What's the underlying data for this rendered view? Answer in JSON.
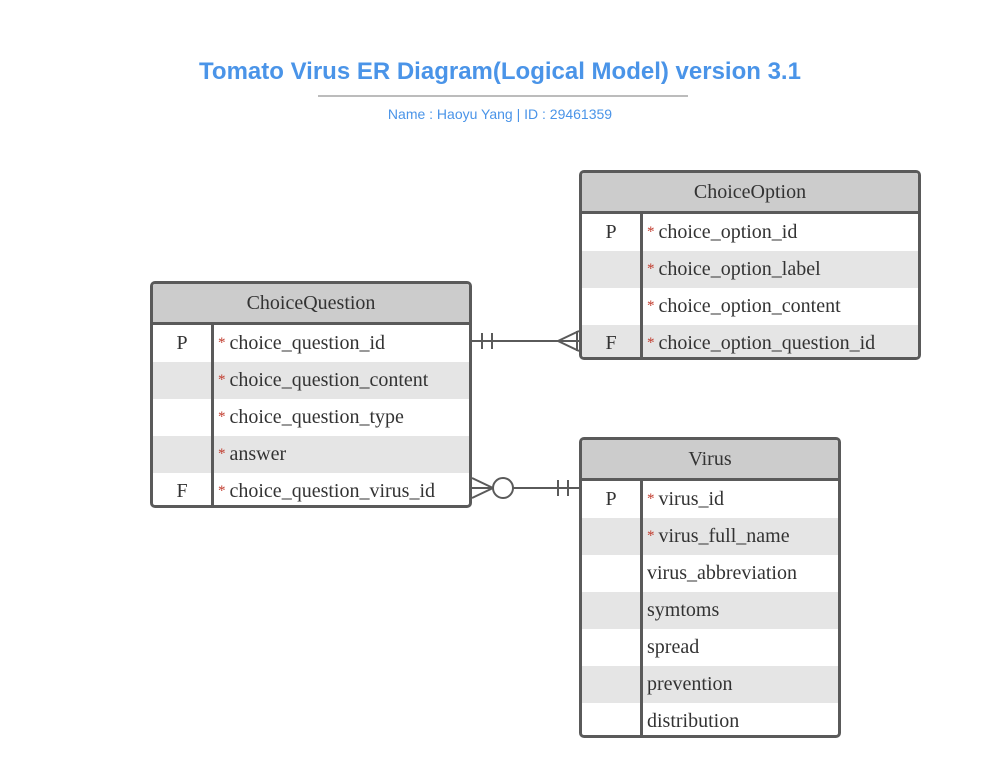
{
  "header": {
    "title": "Tomato Virus ER Diagram(Logical Model) version 3.1",
    "subtitle": "Name : Haoyu Yang  |  ID : 29461359"
  },
  "entities": {
    "choice_option": {
      "name": "ChoiceOption",
      "rows": [
        {
          "key": "P",
          "field": "choice_option_id",
          "required": true
        },
        {
          "key": "",
          "field": "choice_option_label",
          "required": true
        },
        {
          "key": "",
          "field": "choice_option_content",
          "required": true
        },
        {
          "key": "F",
          "field": "choice_option_question_id",
          "required": true
        }
      ]
    },
    "choice_question": {
      "name": "ChoiceQuestion",
      "rows": [
        {
          "key": "P",
          "field": "choice_question_id",
          "required": true
        },
        {
          "key": "",
          "field": "choice_question_content",
          "required": true
        },
        {
          "key": "",
          "field": "choice_question_type",
          "required": true
        },
        {
          "key": "",
          "field": "answer",
          "required": true
        },
        {
          "key": "F",
          "field": "choice_question_virus_id",
          "required": true
        }
      ]
    },
    "virus": {
      "name": "Virus",
      "rows": [
        {
          "key": "P",
          "field": "virus_id",
          "required": true
        },
        {
          "key": "",
          "field": "virus_full_name",
          "required": true
        },
        {
          "key": "",
          "field": "virus_abbreviation",
          "required": false
        },
        {
          "key": "",
          "field": "symtoms",
          "required": false
        },
        {
          "key": "",
          "field": "spread",
          "required": false
        },
        {
          "key": "",
          "field": "prevention",
          "required": false
        },
        {
          "key": "",
          "field": "distribution",
          "required": false
        }
      ]
    }
  },
  "style": {
    "required_marker": "*",
    "title_color": "#4a94e8",
    "line_color": "#5a5a5a",
    "header_fill": "#cccccc",
    "stripe_fill": "#e5e5e5",
    "required_color": "#c0392b"
  },
  "relationships": [
    {
      "from": "choice_question",
      "to": "choice_option",
      "from_end": "exactly-one",
      "to_end": "one-or-many"
    },
    {
      "from": "choice_question",
      "to": "virus",
      "from_end": "zero-or-many",
      "to_end": "exactly-one"
    }
  ]
}
